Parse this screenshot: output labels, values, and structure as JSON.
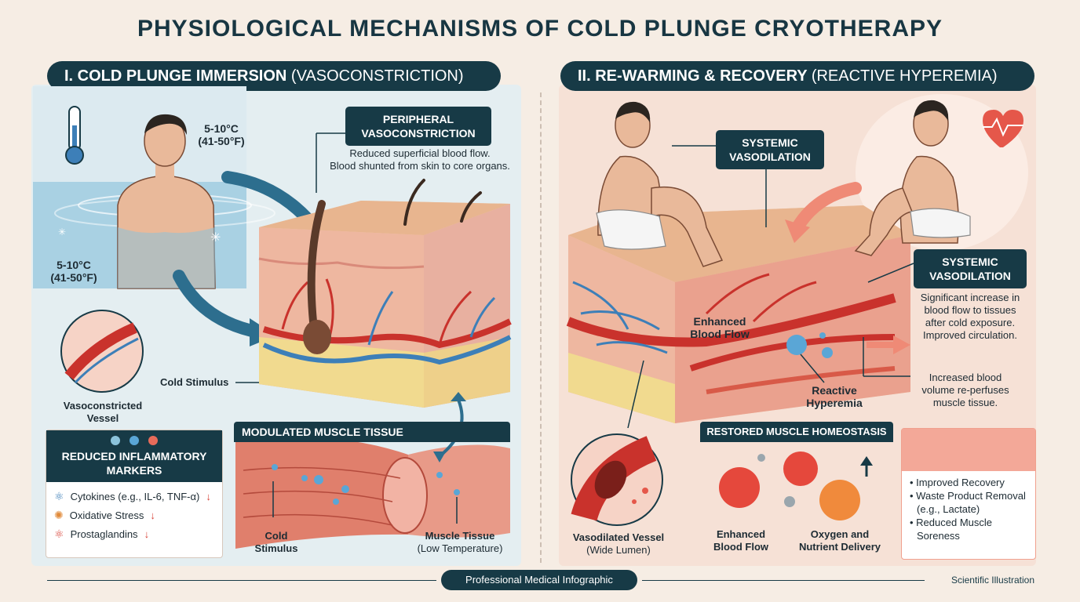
{
  "title": "PHYSIOLOGICAL MECHANISMS OF COLD PLUNGE CRYOTHERAPY",
  "left": {
    "heading": "I.  COLD PLUNGE IMMERSION",
    "heading_sub": "(VASOCONSTRICTION)",
    "temp_top": [
      "5-10°C",
      "(41-50°F)"
    ],
    "temp_bottom": [
      "5-10°C",
      "(41-50°F)"
    ],
    "peripheral_box": [
      "PERIPHERAL",
      "VASOCONSTRICTION"
    ],
    "peripheral_desc": [
      "Reduced superficial blood flow.",
      "Blood shunted from skin to core organs."
    ],
    "cold_stimulus_label": "Cold Stimulus",
    "vasoconstricted_label": [
      "Vasoconstricted",
      "Vessel"
    ],
    "inflam_head": [
      "REDUCED INFLAMMATORY",
      "MARKERS"
    ],
    "inflam_items": [
      {
        "label": "Cytokines (e.g., IL-6, TNF-α)",
        "arrow": "↓"
      },
      {
        "label": "Oxidative Stress",
        "arrow": "↓"
      },
      {
        "label": "Prostaglandins",
        "arrow": "↓"
      }
    ],
    "muscle_head": "MODULATED MUSCLE TISSUE",
    "muscle_cold": [
      "Cold",
      "Stimulus"
    ],
    "muscle_tissue": [
      "Muscle Tissue",
      "(Low Temperature)"
    ]
  },
  "right": {
    "heading": "II.  RE-WARMING & RECOVERY",
    "heading_sub": "(REACTIVE HYPEREMIA)",
    "sys_box_top": [
      "SYSTEMIC",
      "VASODILATION"
    ],
    "sys_box_right": [
      "SYSTEMIC",
      "VASODILATION"
    ],
    "sys_desc": [
      "Significant increase in",
      "blood flow to tissues",
      "after cold exposure.",
      "Improved circulation."
    ],
    "enhanced_flow": [
      "Enhanced",
      "Blood Flow"
    ],
    "increased_volume": [
      "Increased blood",
      "volume re-perfuses",
      "muscle tissue."
    ],
    "reactive_hyperemia": [
      "Reactive",
      "Hyperemia"
    ],
    "vasodilated_label": [
      "Vasodilated Vessel",
      "(Wide Lumen)"
    ],
    "restored_head": "RESTORED MUSCLE HOMEOSTASIS",
    "restored_enhanced": [
      "Enhanced",
      "Blood Flow"
    ],
    "restored_oxygen": [
      "Oxygen and",
      "Nutrient Delivery"
    ],
    "benefits": [
      "Improved Recovery",
      "Waste Product Removal",
      "(e.g., Lactate)",
      "Reduced Muscle",
      "Soreness"
    ]
  },
  "footer": {
    "pill": "Professional Medical Infographic",
    "right": "Scientific Illustration"
  },
  "colors": {
    "navy": "#173a46",
    "red": "#d8463b",
    "blue": "#3d7fb8",
    "skin": "#e9b99a"
  }
}
